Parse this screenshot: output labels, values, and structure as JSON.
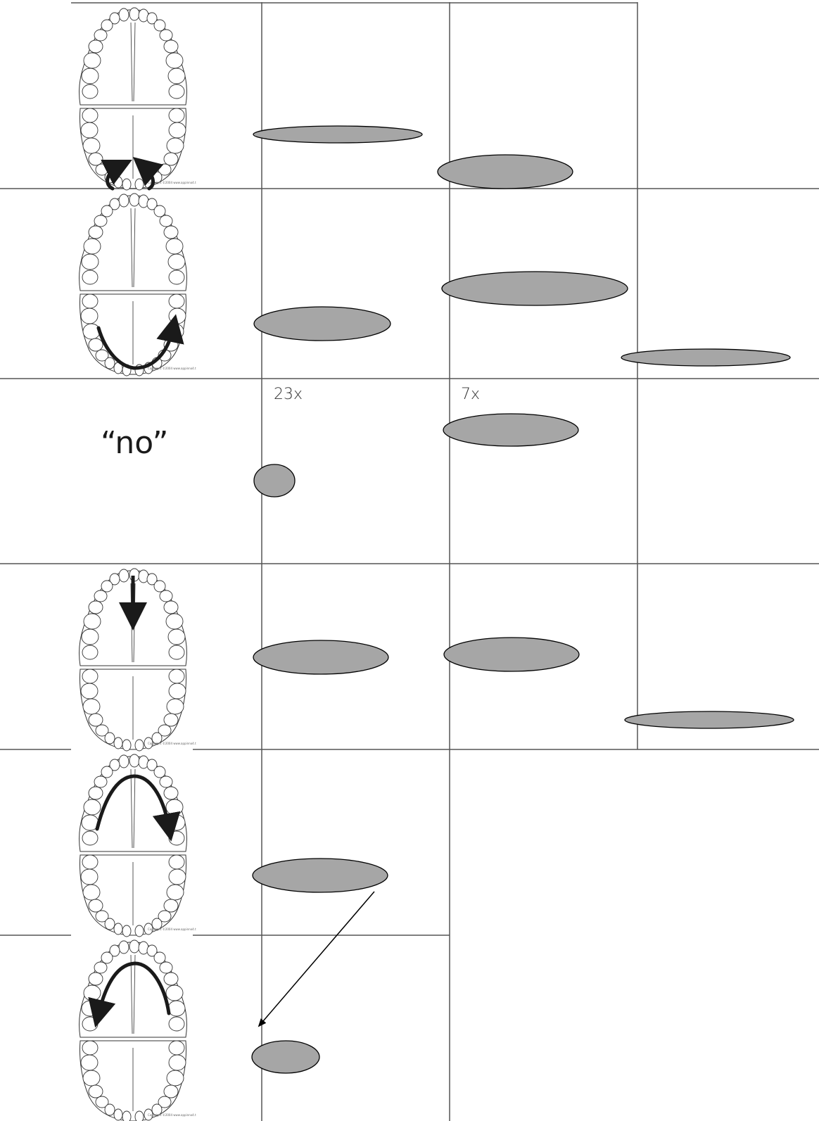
{
  "counts": {
    "row3_col2": "23x",
    "row3_col3": "7x"
  },
  "row3_label": "“no”",
  "copyright": "Copyright ©2004 www.appinno4.t",
  "colors": {
    "ellipse_fill": "#a6a6a6",
    "ellipse_stroke": "#000000",
    "grid": "#555555",
    "arrow": "#1a1a1a"
  },
  "diagram_icons": [
    "dental-arch-chart-icon",
    "arch-arrow-icon",
    "marker-ellipse-icon"
  ]
}
